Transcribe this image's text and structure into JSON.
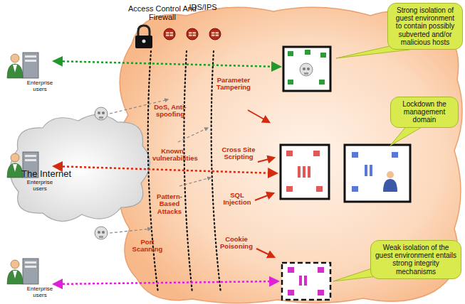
{
  "diagram": {
    "nodes": [
      {
        "text": [
          "Enterprise users"
        ]
      },
      {
        "text": [
          "Enterprise users"
        ]
      },
      {
        "text": [
          "Enterprise users"
        ]
      },
      {
        "text": [
          "Strong isolation of guest environment to contain possibly subverted and/or malicious hosts"
        ]
      },
      {
        "text": [
          "Lockdown the management domain"
        ]
      },
      {
        "text": [
          "Weak isolation of the guest environment entails strong integrity mechanisms"
        ]
      }
    ],
    "labels": [
      "Access Control And Firewall",
      "IDS/IPS",
      "DoS, Anti-spoofing",
      "Known vulnerabilities",
      "Pattern-Based Attacks",
      "Port Scanning",
      "Parameter Tampering",
      "Cross Site Scripting",
      "SQL Injection",
      "Cookie Poisoning",
      "The Internet"
    ]
  }
}
